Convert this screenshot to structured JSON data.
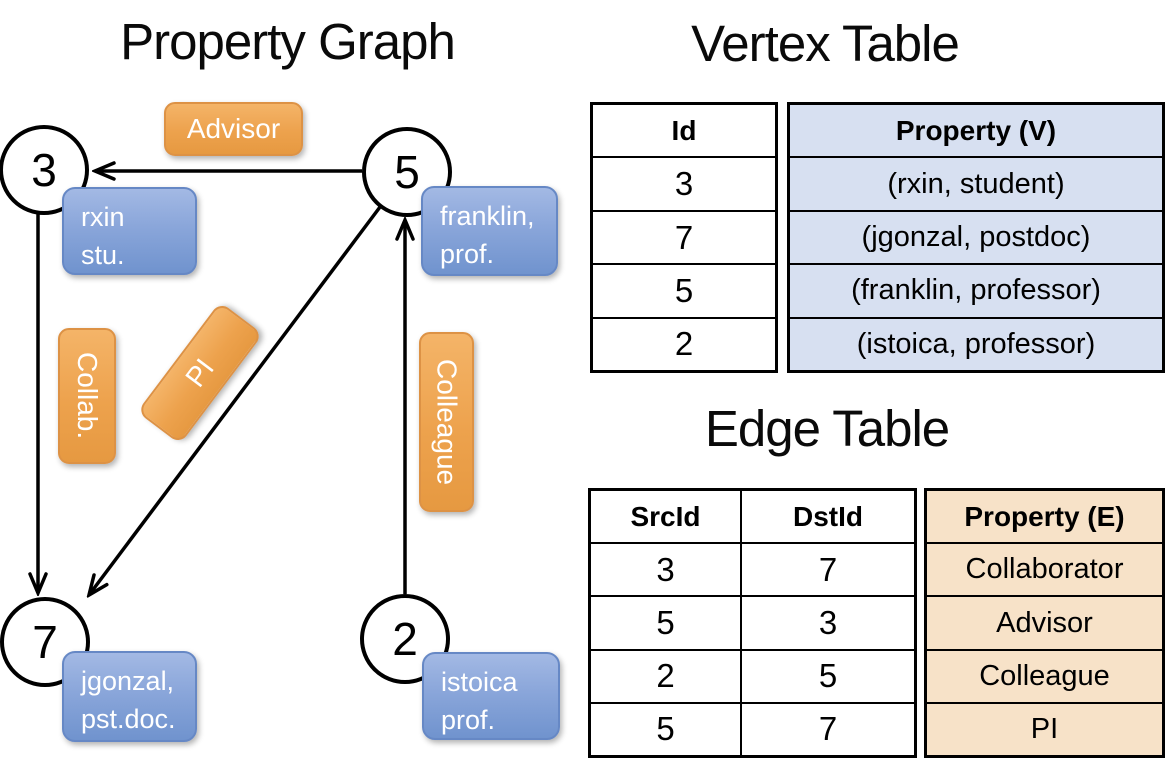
{
  "graph": {
    "title": "Property Graph",
    "nodes": [
      {
        "id": "3",
        "line1": "rxin",
        "line2": "stu."
      },
      {
        "id": "5",
        "line1": "franklin,",
        "line2": "prof."
      },
      {
        "id": "7",
        "line1": "jgonzal,",
        "line2": "pst.doc."
      },
      {
        "id": "2",
        "line1": "istoica",
        "line2": "prof."
      }
    ],
    "edge_labels": [
      {
        "label": "Advisor"
      },
      {
        "label": "Collab."
      },
      {
        "label": "PI"
      },
      {
        "label": "Colleague"
      }
    ]
  },
  "vertex_table": {
    "title": "Vertex Table",
    "id_header": "Id",
    "prop_header": "Property (V)",
    "rows": [
      {
        "id": "3",
        "prop": "(rxin, student)"
      },
      {
        "id": "7",
        "prop": "(jgonzal, postdoc)"
      },
      {
        "id": "5",
        "prop": "(franklin, professor)"
      },
      {
        "id": "2",
        "prop": "(istoica, professor)"
      }
    ]
  },
  "edge_table": {
    "title": "Edge Table",
    "src_header": "SrcId",
    "dst_header": "DstId",
    "prop_header": "Property (E)",
    "rows": [
      {
        "src": "3",
        "dst": "7",
        "prop": "Collaborator"
      },
      {
        "src": "5",
        "dst": "3",
        "prop": "Advisor"
      },
      {
        "src": "2",
        "dst": "5",
        "prop": "Colleague"
      },
      {
        "src": "5",
        "dst": "7",
        "prop": "PI"
      }
    ]
  },
  "colors": {
    "vertex_table_fill": "#d7e0f1",
    "edge_table_fill": "#f7e2c8",
    "node_property_blue": "#7e9cd4",
    "edge_label_orange": "#eda24d",
    "line_black": "#000000"
  }
}
